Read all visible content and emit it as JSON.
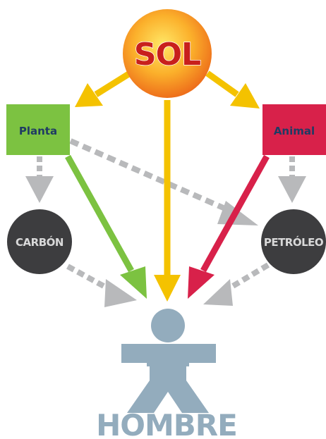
{
  "diagram": {
    "sol": "SOL",
    "planta": "Planta",
    "animal": "Animal",
    "carbon": "CARBÓN",
    "petroleo": "PETRÓLEO",
    "hombre": "HOMBRE"
  },
  "colors": {
    "sol_fill_center": "#ffd84a",
    "sol_fill_edge": "#f07a1c",
    "sol_text": "#c8201c",
    "yellow_arrow": "#f4c200",
    "planta_fill": "#7cc241",
    "planta_text": "#1f3b63",
    "animal_fill": "#d8214a",
    "animal_text": "#1f3b63",
    "dark_circle": "#3d3d3f",
    "circle_text": "#d9d9d9",
    "gray_dashed": "#b8b9bb",
    "green_arrow": "#7cc241",
    "red_arrow": "#d8214a",
    "hombre": "#93acbd"
  }
}
